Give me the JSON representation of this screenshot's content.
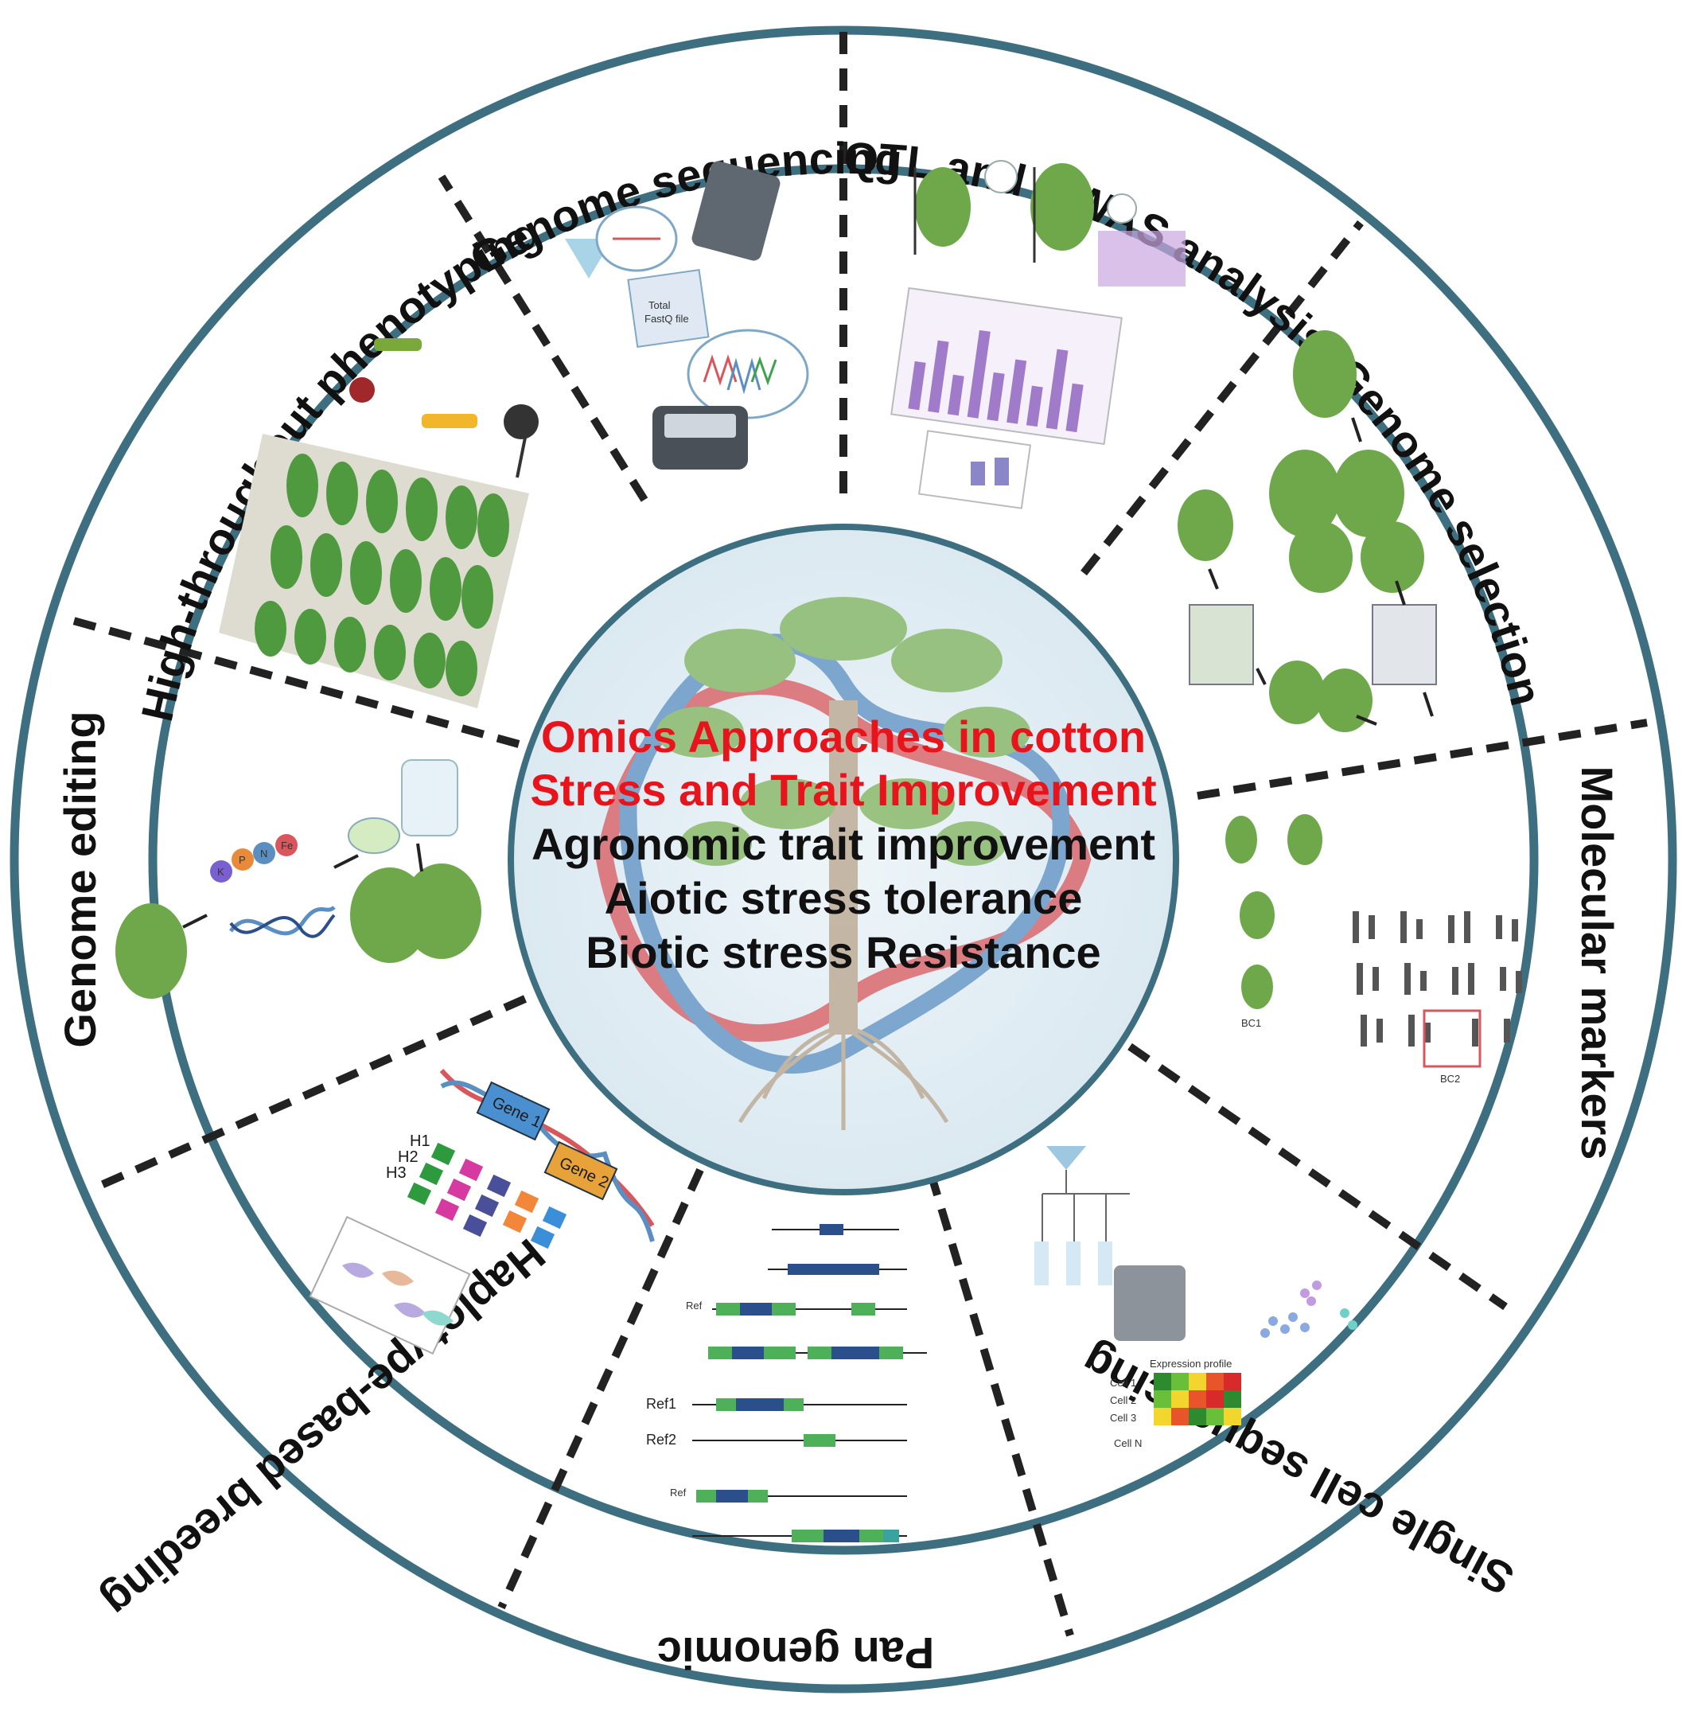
{
  "colors": {
    "ring": "#3d6f80",
    "divider": "#222222",
    "center_fill": "#e6f0f6",
    "title_red": "#e8141b",
    "leaf_green": "#6fa84a",
    "dna_red": "#d9575c",
    "dna_blue": "#5b8fc2"
  },
  "center": {
    "title_line1": "Omics Approaches  in cotton",
    "title_line2": "Stress and Trait Improvement",
    "items": [
      "Agronomic trait improvement",
      "Aiotic stress tolerance",
      "Biotic stress Resistance"
    ]
  },
  "segments": [
    {
      "label": "Genome sequencing",
      "icon": "sequencer-icon"
    },
    {
      "label": "QTL and GWAS analysis",
      "icon": "manhattan-plot-icon"
    },
    {
      "label": "Genome selection",
      "icon": "plant-cycle-icon"
    },
    {
      "label": "Molecular markers",
      "icon": "gel-bands-icon"
    },
    {
      "label": "Single cell sequencing",
      "icon": "heatmap-icon"
    },
    {
      "label": "Pan genomic",
      "icon": "gene-alignment-icon"
    },
    {
      "label": "Haplotype-based breeding",
      "icon": "haplotype-icon"
    },
    {
      "label": "Genome editing",
      "icon": "dna-editing-icon"
    },
    {
      "label": "High-throughput phenotyping",
      "icon": "drone-field-icon"
    }
  ],
  "panel_text": {
    "gene1": "Gene 1",
    "gene2": "Gene 2",
    "haplotypes": [
      "H1",
      "H2",
      "H3"
    ],
    "nutrients": [
      "K",
      "P",
      "N",
      "Fe"
    ],
    "ref": "Ref",
    "ref1": "Ref1",
    "ref2": "Ref2",
    "fastq_line1": "Total",
    "fastq_line2": "FastQ file",
    "bc1": "BC1",
    "bc2": "BC2",
    "cells": [
      "Cell 1",
      "Cell 2",
      "Cell 3",
      "Cell N"
    ],
    "expression_profile": "Expression profile"
  }
}
